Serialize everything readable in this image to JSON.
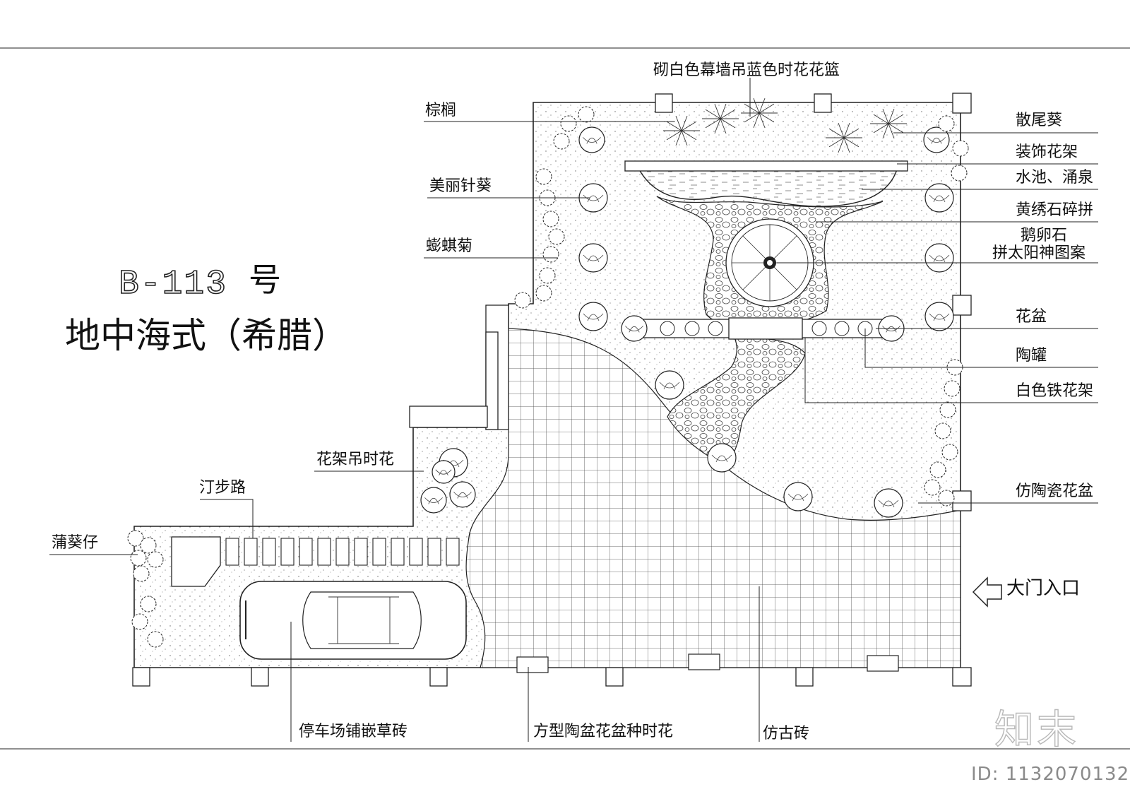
{
  "title": {
    "code": "B-113",
    "code_suffix": "号",
    "style": "地中海式（希腊）"
  },
  "labels": {
    "wall_curtain": "砌白色幕墙吊蓝色时花花篮",
    "palm": "棕榈",
    "fan_palm": "散尾葵",
    "flower_rack": "装饰花架",
    "pool_fountain": "水池、涌泉",
    "yellow_stone": "黄绣石碎拼",
    "pebble_line1": "鹅卵石",
    "pebble_line2": "拼太阳神图案",
    "agave": "美丽针葵",
    "wedelia": "蟛蜞菊",
    "flower_pot": "花盆",
    "ceramic_jar": "陶罐",
    "iron_rack": "白色铁花架",
    "hanging_flowers": "花架吊时花",
    "stepping_path": "汀步路",
    "pukui": "蒲葵仔",
    "ceramic_pot": "仿陶瓷花盆",
    "entrance": "大门入口",
    "parking": "停车场铺嵌草砖",
    "square_pots": "方型陶盆花盆种时花",
    "antique_tile": "仿古砖"
  },
  "watermark": {
    "logo": "知末",
    "id": "ID: 1132070132"
  },
  "colors": {
    "line": "#222222",
    "watermark": "#8a8a8a"
  }
}
